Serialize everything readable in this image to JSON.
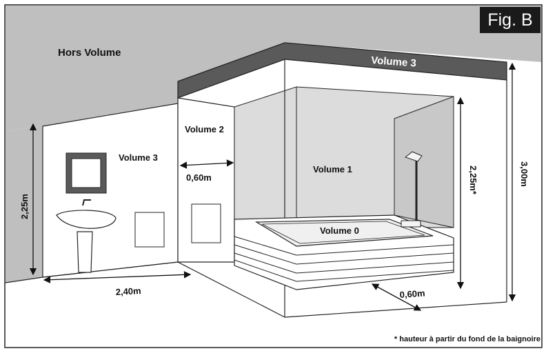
{
  "figure_label": "Fig. B",
  "zones": {
    "outside": "Hors Volume",
    "volume3_ceiling": "Volume 3",
    "volume3_wall": "Volume 3",
    "volume2": "Volume 2",
    "volume1": "Volume 1",
    "volume0": "Volume 0"
  },
  "dimensions": {
    "left_height": "2,25m",
    "floor_width": "2,40m",
    "volume2_width": "0,60m",
    "shower_height": "2,25m*",
    "total_height": "3,00m",
    "bath_offset": "0,60m"
  },
  "footnote": "* hauteur à partir du fond de la baignoire"
}
